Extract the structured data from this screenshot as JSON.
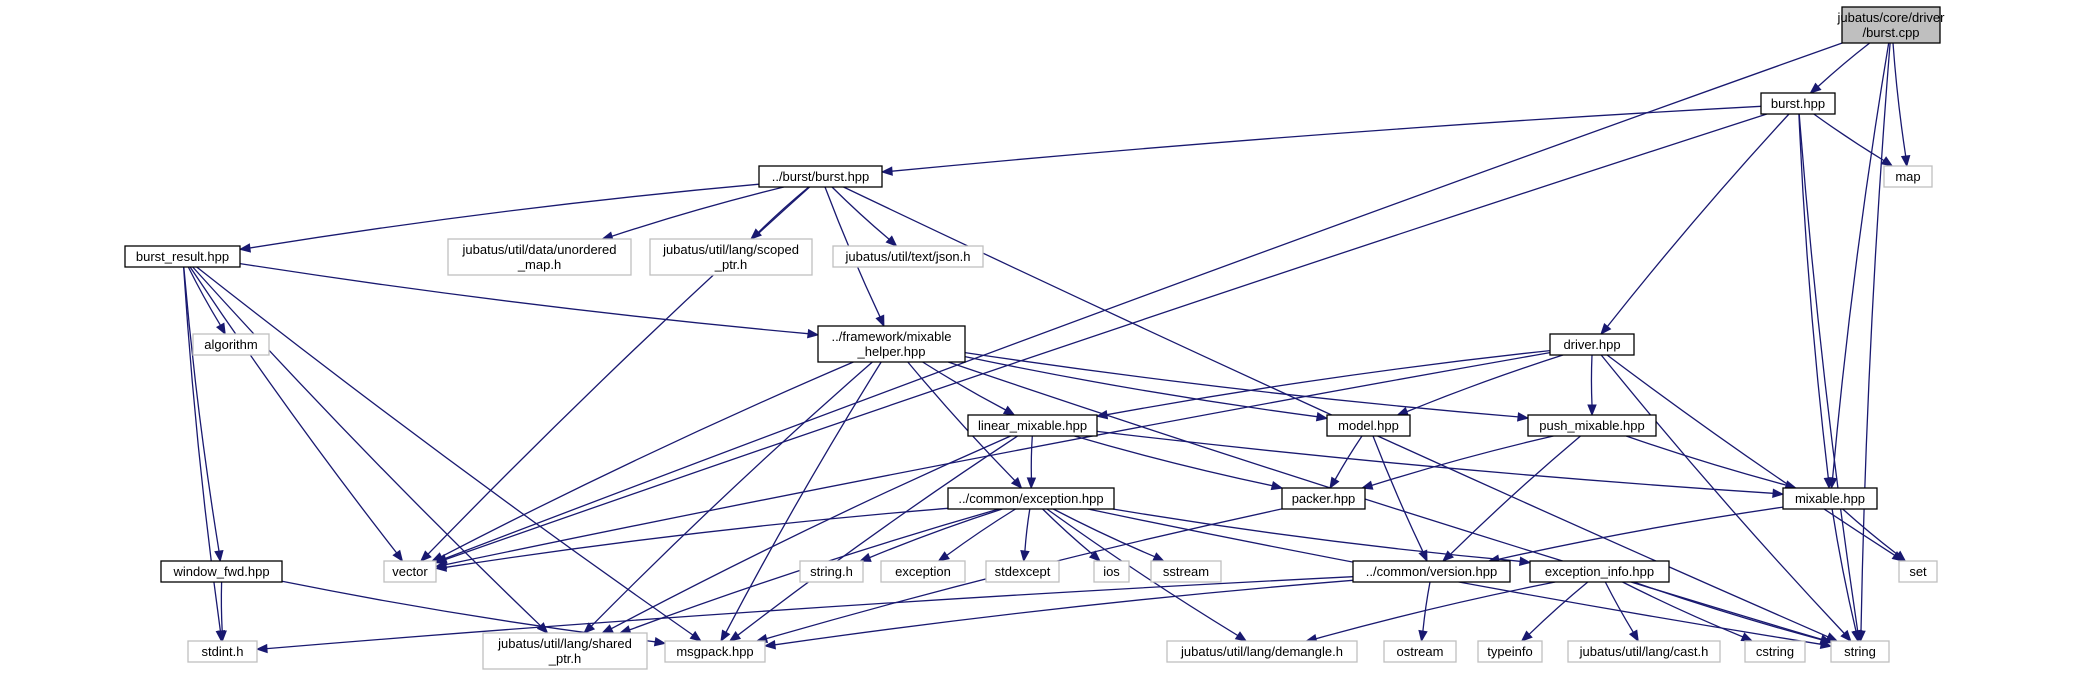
{
  "colors": {
    "edge": "#191970",
    "root_fill": "#bfbfbf",
    "internal_border": "#000000",
    "external_border": "#bfbfbf",
    "background": "#ffffff"
  },
  "nodes": [
    {
      "id": "burst_cpp",
      "kind": "root",
      "lines": [
        "jubatus/core/driver",
        "/burst.cpp"
      ]
    },
    {
      "id": "burst_hpp",
      "kind": "internal",
      "lines": [
        "burst.hpp"
      ]
    },
    {
      "id": "map",
      "kind": "external",
      "lines": [
        "map"
      ]
    },
    {
      "id": "burst_burst_hpp",
      "kind": "internal",
      "lines": [
        "../burst/burst.hpp"
      ]
    },
    {
      "id": "burst_result_hpp",
      "kind": "internal",
      "lines": [
        "burst_result.hpp"
      ]
    },
    {
      "id": "unordered_map_h",
      "kind": "external",
      "lines": [
        "jubatus/util/data/unordered",
        "_map.h"
      ]
    },
    {
      "id": "scoped_ptr_h",
      "kind": "external",
      "lines": [
        "jubatus/util/lang/scoped",
        "_ptr.h"
      ]
    },
    {
      "id": "json_h",
      "kind": "external",
      "lines": [
        "jubatus/util/text/json.h"
      ]
    },
    {
      "id": "algorithm",
      "kind": "external",
      "lines": [
        "algorithm"
      ]
    },
    {
      "id": "mixable_helper_hpp",
      "kind": "internal",
      "lines": [
        "../framework/mixable",
        "_helper.hpp"
      ]
    },
    {
      "id": "driver_hpp",
      "kind": "internal",
      "lines": [
        "driver.hpp"
      ]
    },
    {
      "id": "linear_mixable_hpp",
      "kind": "internal",
      "lines": [
        "linear_mixable.hpp"
      ]
    },
    {
      "id": "model_hpp",
      "kind": "internal",
      "lines": [
        "model.hpp"
      ]
    },
    {
      "id": "push_mixable_hpp",
      "kind": "internal",
      "lines": [
        "push_mixable.hpp"
      ]
    },
    {
      "id": "exception_hpp",
      "kind": "internal",
      "lines": [
        "../common/exception.hpp"
      ]
    },
    {
      "id": "packer_hpp",
      "kind": "internal",
      "lines": [
        "packer.hpp"
      ]
    },
    {
      "id": "mixable_hpp",
      "kind": "internal",
      "lines": [
        "mixable.hpp"
      ]
    },
    {
      "id": "window_fwd_hpp",
      "kind": "internal",
      "lines": [
        "window_fwd.hpp"
      ]
    },
    {
      "id": "vector",
      "kind": "external",
      "lines": [
        "vector"
      ]
    },
    {
      "id": "string_h",
      "kind": "external",
      "lines": [
        "string.h"
      ]
    },
    {
      "id": "exception",
      "kind": "external",
      "lines": [
        "exception"
      ]
    },
    {
      "id": "stdexcept",
      "kind": "external",
      "lines": [
        "stdexcept"
      ]
    },
    {
      "id": "ios",
      "kind": "external",
      "lines": [
        "ios"
      ]
    },
    {
      "id": "sstream",
      "kind": "external",
      "lines": [
        "sstream"
      ]
    },
    {
      "id": "version_hpp",
      "kind": "internal",
      "lines": [
        "../common/version.hpp"
      ]
    },
    {
      "id": "exception_info_hpp",
      "kind": "internal",
      "lines": [
        "exception_info.hpp"
      ]
    },
    {
      "id": "set",
      "kind": "external",
      "lines": [
        "set"
      ]
    },
    {
      "id": "stdint_h",
      "kind": "external",
      "lines": [
        "stdint.h"
      ]
    },
    {
      "id": "shared_ptr_h",
      "kind": "external",
      "lines": [
        "jubatus/util/lang/shared",
        "_ptr.h"
      ]
    },
    {
      "id": "msgpack_hpp",
      "kind": "external",
      "lines": [
        "msgpack.hpp"
      ]
    },
    {
      "id": "demangle_h",
      "kind": "external",
      "lines": [
        "jubatus/util/lang/demangle.h"
      ]
    },
    {
      "id": "ostream",
      "kind": "external",
      "lines": [
        "ostream"
      ]
    },
    {
      "id": "typeinfo",
      "kind": "external",
      "lines": [
        "typeinfo"
      ]
    },
    {
      "id": "cast_h",
      "kind": "external",
      "lines": [
        "jubatus/util/lang/cast.h"
      ]
    },
    {
      "id": "cstring",
      "kind": "external",
      "lines": [
        "cstring"
      ]
    },
    {
      "id": "string",
      "kind": "external",
      "lines": [
        "string"
      ]
    }
  ],
  "edges": [
    [
      "burst_cpp",
      "burst_hpp"
    ],
    [
      "burst_cpp",
      "map"
    ],
    [
      "burst_cpp",
      "vector"
    ],
    [
      "burst_cpp",
      "mixable_hpp"
    ],
    [
      "burst_cpp",
      "string"
    ],
    [
      "burst_hpp",
      "map"
    ],
    [
      "burst_hpp",
      "burst_burst_hpp"
    ],
    [
      "burst_hpp",
      "vector"
    ],
    [
      "burst_hpp",
      "driver_hpp"
    ],
    [
      "burst_hpp",
      "mixable_hpp"
    ],
    [
      "burst_hpp",
      "string"
    ],
    [
      "burst_burst_hpp",
      "burst_result_hpp"
    ],
    [
      "burst_burst_hpp",
      "unordered_map_h"
    ],
    [
      "burst_burst_hpp",
      "scoped_ptr_h"
    ],
    [
      "burst_burst_hpp",
      "json_h"
    ],
    [
      "burst_burst_hpp",
      "mixable_helper_hpp"
    ],
    [
      "burst_burst_hpp",
      "vector"
    ],
    [
      "burst_burst_hpp",
      "string"
    ],
    [
      "burst_result_hpp",
      "algorithm"
    ],
    [
      "burst_result_hpp",
      "mixable_helper_hpp"
    ],
    [
      "burst_result_hpp",
      "window_fwd_hpp"
    ],
    [
      "burst_result_hpp",
      "vector"
    ],
    [
      "burst_result_hpp",
      "stdint_h"
    ],
    [
      "burst_result_hpp",
      "shared_ptr_h"
    ],
    [
      "burst_result_hpp",
      "msgpack_hpp"
    ],
    [
      "mixable_helper_hpp",
      "linear_mixable_hpp"
    ],
    [
      "mixable_helper_hpp",
      "model_hpp"
    ],
    [
      "mixable_helper_hpp",
      "push_mixable_hpp"
    ],
    [
      "mixable_helper_hpp",
      "exception_hpp"
    ],
    [
      "mixable_helper_hpp",
      "vector"
    ],
    [
      "mixable_helper_hpp",
      "shared_ptr_h"
    ],
    [
      "mixable_helper_hpp",
      "msgpack_hpp"
    ],
    [
      "mixable_helper_hpp",
      "string"
    ],
    [
      "driver_hpp",
      "linear_mixable_hpp"
    ],
    [
      "driver_hpp",
      "model_hpp"
    ],
    [
      "driver_hpp",
      "push_mixable_hpp"
    ],
    [
      "driver_hpp",
      "vector"
    ],
    [
      "driver_hpp",
      "set"
    ],
    [
      "driver_hpp",
      "string"
    ],
    [
      "linear_mixable_hpp",
      "exception_hpp"
    ],
    [
      "linear_mixable_hpp",
      "packer_hpp"
    ],
    [
      "linear_mixable_hpp",
      "mixable_hpp"
    ],
    [
      "linear_mixable_hpp",
      "shared_ptr_h"
    ],
    [
      "linear_mixable_hpp",
      "msgpack_hpp"
    ],
    [
      "model_hpp",
      "packer_hpp"
    ],
    [
      "model_hpp",
      "version_hpp"
    ],
    [
      "push_mixable_hpp",
      "packer_hpp"
    ],
    [
      "push_mixable_hpp",
      "mixable_hpp"
    ],
    [
      "push_mixable_hpp",
      "version_hpp"
    ],
    [
      "exception_hpp",
      "vector"
    ],
    [
      "exception_hpp",
      "string_h"
    ],
    [
      "exception_hpp",
      "exception"
    ],
    [
      "exception_hpp",
      "stdexcept"
    ],
    [
      "exception_hpp",
      "ios"
    ],
    [
      "exception_hpp",
      "sstream"
    ],
    [
      "exception_hpp",
      "exception_info_hpp"
    ],
    [
      "exception_hpp",
      "shared_ptr_h"
    ],
    [
      "exception_hpp",
      "demangle_h"
    ],
    [
      "exception_hpp",
      "string"
    ],
    [
      "packer_hpp",
      "msgpack_hpp"
    ],
    [
      "mixable_hpp",
      "version_hpp"
    ],
    [
      "mixable_hpp",
      "set"
    ],
    [
      "mixable_hpp",
      "string"
    ],
    [
      "window_fwd_hpp",
      "stdint_h"
    ],
    [
      "window_fwd_hpp",
      "msgpack_hpp"
    ],
    [
      "version_hpp",
      "stdint_h"
    ],
    [
      "version_hpp",
      "msgpack_hpp"
    ],
    [
      "version_hpp",
      "ostream"
    ],
    [
      "exception_info_hpp",
      "demangle_h"
    ],
    [
      "exception_info_hpp",
      "typeinfo"
    ],
    [
      "exception_info_hpp",
      "cast_h"
    ],
    [
      "exception_info_hpp",
      "cstring"
    ],
    [
      "exception_info_hpp",
      "string"
    ]
  ]
}
